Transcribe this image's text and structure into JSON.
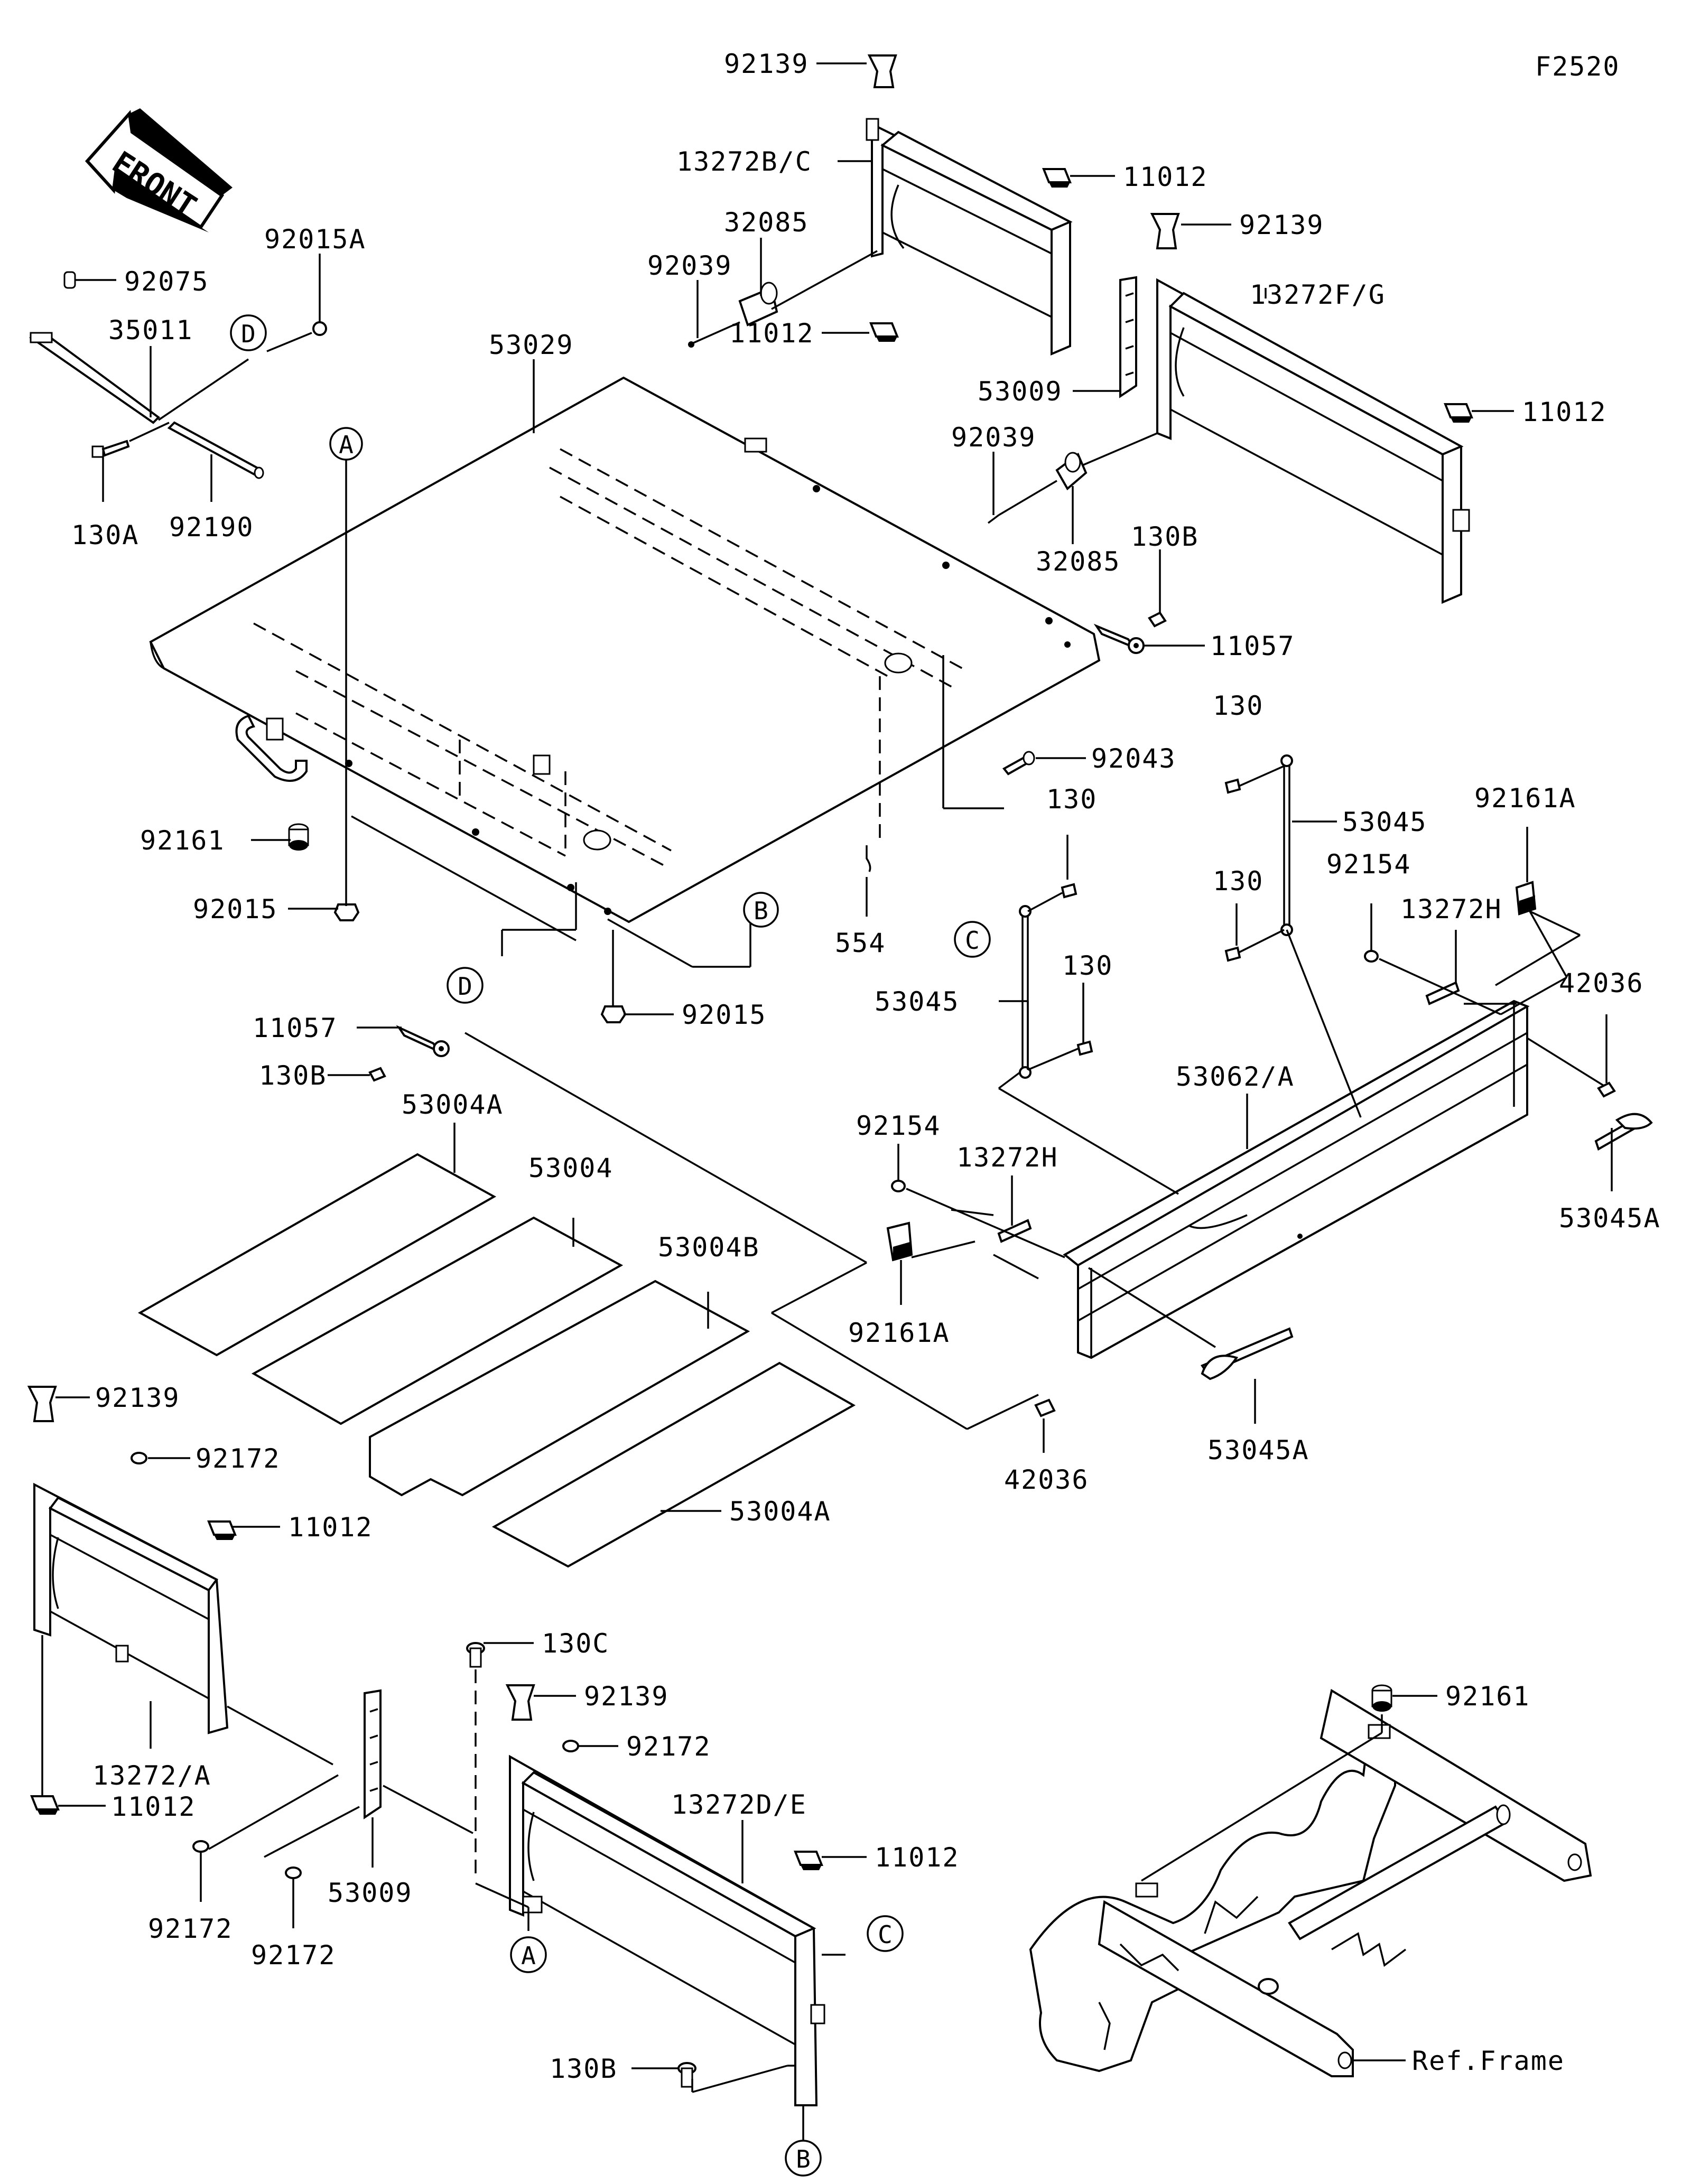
{
  "figure_code": "F2520",
  "front_label": "FRONT",
  "ref_frame": "Ref.Frame",
  "labels": {
    "p92139_top": "92139",
    "p13272bc": "13272B/C",
    "p11012_a": "11012",
    "p32085_a": "32085",
    "p92039_a": "92039",
    "p11012_b": "11012",
    "p92139_b": "92139",
    "p13272fg": "13272F/G",
    "p11012_c": "11012",
    "p53009_a": "53009",
    "p92039_b": "92039",
    "p32085_b": "32085",
    "p130b_a": "130B",
    "p11057_a": "11057",
    "p92015a": "92015A",
    "p92075": "92075",
    "p35011": "35011",
    "p53029": "53029",
    "p130a": "130A",
    "p92190": "92190",
    "p92043": "92043",
    "p130_a": "130",
    "p53045_a": "53045",
    "p92161a_a": "92161A",
    "p92154_a": "92154",
    "p13272h_a": "13272H",
    "p130_b": "130",
    "p130_c": "130",
    "p42036_a": "42036",
    "p92161": "92161",
    "p92015_a": "92015",
    "p554": "554",
    "p53045_b": "53045",
    "p130_d": "130",
    "p92015_b": "92015",
    "p11057_b": "11057",
    "p130b_b": "130B",
    "p53004a_a": "53004A",
    "p53062a": "53062/A",
    "p53045a_a": "53045A",
    "p53004": "53004",
    "p92154_b": "92154",
    "p13272h_b": "13272H",
    "p53004b": "53004B",
    "p92161a_b": "92161A",
    "p53045a_b": "53045A",
    "p42036_b": "42036",
    "p92139_c": "92139",
    "p92172_a": "92172",
    "p11012_d": "11012",
    "p53004a_b": "53004A",
    "p13272a": "13272/A",
    "p11012_e": "11012",
    "p130c": "130C",
    "p92139_d": "92139",
    "p92172_b": "92172",
    "p13272de": "13272D/E",
    "p11012_f": "11012",
    "p92172_c": "92172",
    "p53009_b": "53009",
    "p92172_d": "92172",
    "p130b_c": "130B",
    "p92161_b": "92161"
  },
  "callouts": {
    "a_top": "A",
    "d_top": "D",
    "b_mid": "B",
    "d_mid": "D",
    "c_mid": "C",
    "c_bottom": "C",
    "a_bottom": "A",
    "b_bottom": "B"
  }
}
